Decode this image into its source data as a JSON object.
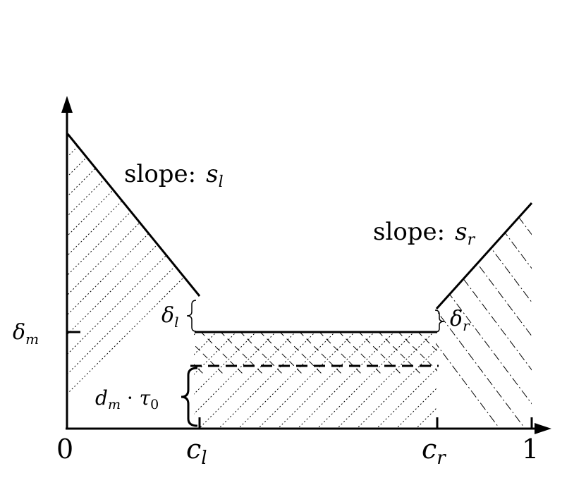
{
  "diagram": {
    "labels": {
      "slope_left_prefix": "slope:",
      "slope_left_var": "s",
      "slope_left_sub": "l",
      "slope_right_prefix": "slope:",
      "slope_right_var": "s",
      "slope_right_sub": "r",
      "delta_m_var": "δ",
      "delta_m_sub": "m",
      "delta_l_var": "δ",
      "delta_l_sub": "l",
      "delta_r_var": "δ",
      "delta_r_sub": "r",
      "dm_tau_var": "d",
      "dm_tau_sub": "m",
      "dm_tau_mid": " · ",
      "dm_tau_var2": "τ",
      "dm_tau_sub2": "0"
    },
    "x_ticks": {
      "zero": "0",
      "cl_var": "c",
      "cl_sub": "l",
      "cr_var": "c",
      "cr_sub": "r",
      "one": "1"
    }
  }
}
